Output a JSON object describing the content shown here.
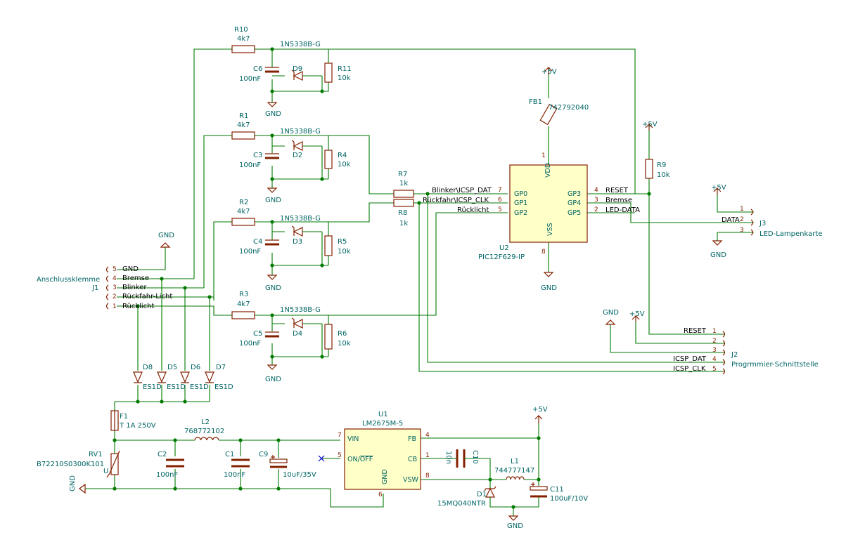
{
  "colors": {
    "wire": "#007a00",
    "body": "#842000",
    "text": "#006464",
    "ic_fill": "#ffffc8",
    "background": "#ffffff"
  },
  "components": {
    "R10": {
      "ref": "R10",
      "value": "4k7"
    },
    "R1": {
      "ref": "R1",
      "value": "4k7"
    },
    "R2": {
      "ref": "R2",
      "value": "4k7"
    },
    "R3": {
      "ref": "R3",
      "value": "4k7"
    },
    "R11": {
      "ref": "R11",
      "value": "10k"
    },
    "R4": {
      "ref": "R4",
      "value": "10k"
    },
    "R5": {
      "ref": "R5",
      "value": "10k"
    },
    "R6": {
      "ref": "R6",
      "value": "10k"
    },
    "R7": {
      "ref": "R7",
      "value": "1k"
    },
    "R8": {
      "ref": "R8",
      "value": "1k"
    },
    "R9": {
      "ref": "R9",
      "value": "10k"
    },
    "C6": {
      "ref": "C6",
      "value": "100nF"
    },
    "C3": {
      "ref": "C3",
      "value": "100nF"
    },
    "C4": {
      "ref": "C4",
      "value": "100nF"
    },
    "C5": {
      "ref": "C5",
      "value": "100nF"
    },
    "C2": {
      "ref": "C2",
      "value": "100nF"
    },
    "C1": {
      "ref": "C1",
      "value": "100nF"
    },
    "C9": {
      "ref": "C9",
      "value": "10uF/35V"
    },
    "C10": {
      "ref": "C10",
      "value": "10n"
    },
    "C11": {
      "ref": "C11",
      "value": "100uF/10V"
    },
    "D9": {
      "ref": "D9"
    },
    "D2": {
      "ref": "D2"
    },
    "D3": {
      "ref": "D3"
    },
    "D4": {
      "ref": "D4"
    },
    "zener": {
      "value": "1N5338B-G"
    },
    "D8": {
      "ref": "D8",
      "value": "ES1D"
    },
    "D5": {
      "ref": "D5",
      "value": "ES1D"
    },
    "D6": {
      "ref": "D6",
      "value": "ES1D"
    },
    "D7": {
      "ref": "D7",
      "value": "ES1D"
    },
    "D1": {
      "ref": "D1",
      "value": "15MQ040NTR"
    },
    "FB1": {
      "ref": "FB1",
      "value": "742792040"
    },
    "F1": {
      "ref": "F1",
      "value": "T 1A 250V"
    },
    "RV1": {
      "ref": "RV1",
      "value": "B72210S0300K101"
    },
    "L2": {
      "ref": "L2",
      "value": "768772102"
    },
    "L1": {
      "ref": "L1",
      "value": "744777147"
    },
    "U1": {
      "ref": "U1",
      "value": "LM2675M-5",
      "pins": {
        "vin": "VIN",
        "onoff": "ON/",
        "onoff_bar": "OFF",
        "fb": "FB",
        "cb": "CB",
        "vsw": "VSW",
        "gnd": "GND",
        "n7": "7",
        "n5": "5",
        "n4": "4",
        "n1": "1",
        "n8": "8",
        "n6": "6"
      }
    },
    "U2": {
      "ref": "U2",
      "value": "PIC12F629-IP",
      "pins": {
        "vdd": "VDD",
        "vss": "VSS",
        "gp0": "GP0",
        "gp1": "GP1",
        "gp2": "GP2",
        "gp3": "GP3",
        "gp4": "GP4",
        "gp5": "GP5",
        "n1": "1",
        "n8": "8",
        "n7": "7",
        "n6": "6",
        "n5": "5",
        "n4": "4",
        "n3": "3",
        "n2": "2"
      }
    }
  },
  "power": {
    "p5v": "+5V",
    "gnd": "GND"
  },
  "nets": {
    "blinker_icsp_dat": "Blinker\\ICSP_DAT",
    "rueckfahr_icsp_clk": "Rückfahr\\ICSP_CLK",
    "ruecklicht": "Rücklicht",
    "reset": "RESET",
    "bremse": "Bremse",
    "led_data": "LED-DATA",
    "data": "DATA",
    "icsp_dat": "ICSP_DAT",
    "icsp_clk": "ICSP_CLK"
  },
  "J1": {
    "ref": "J1",
    "name": "Anschlussklemme",
    "pins": [
      {
        "num": "5",
        "label": "GND"
      },
      {
        "num": "4",
        "label": "Bremse"
      },
      {
        "num": "3",
        "label": "Blinker"
      },
      {
        "num": "2",
        "label": "Rückfahr-Licht"
      },
      {
        "num": "1",
        "label": "Rücklicht"
      }
    ]
  },
  "J2": {
    "ref": "J2",
    "name": "Progrmmier-Schnittstelle",
    "pins": [
      {
        "num": "1",
        "label": "RESET"
      },
      {
        "num": "2",
        "label": ""
      },
      {
        "num": "3",
        "label": ""
      },
      {
        "num": "4",
        "label": "ICSP_DAT"
      },
      {
        "num": "5",
        "label": "ICSP_CLK"
      }
    ]
  },
  "J3": {
    "ref": "J3",
    "name": "LED-Lampenkarte",
    "pins": [
      {
        "num": "1",
        "label": ""
      },
      {
        "num": "2",
        "label": "DATA"
      },
      {
        "num": "3",
        "label": ""
      }
    ]
  }
}
